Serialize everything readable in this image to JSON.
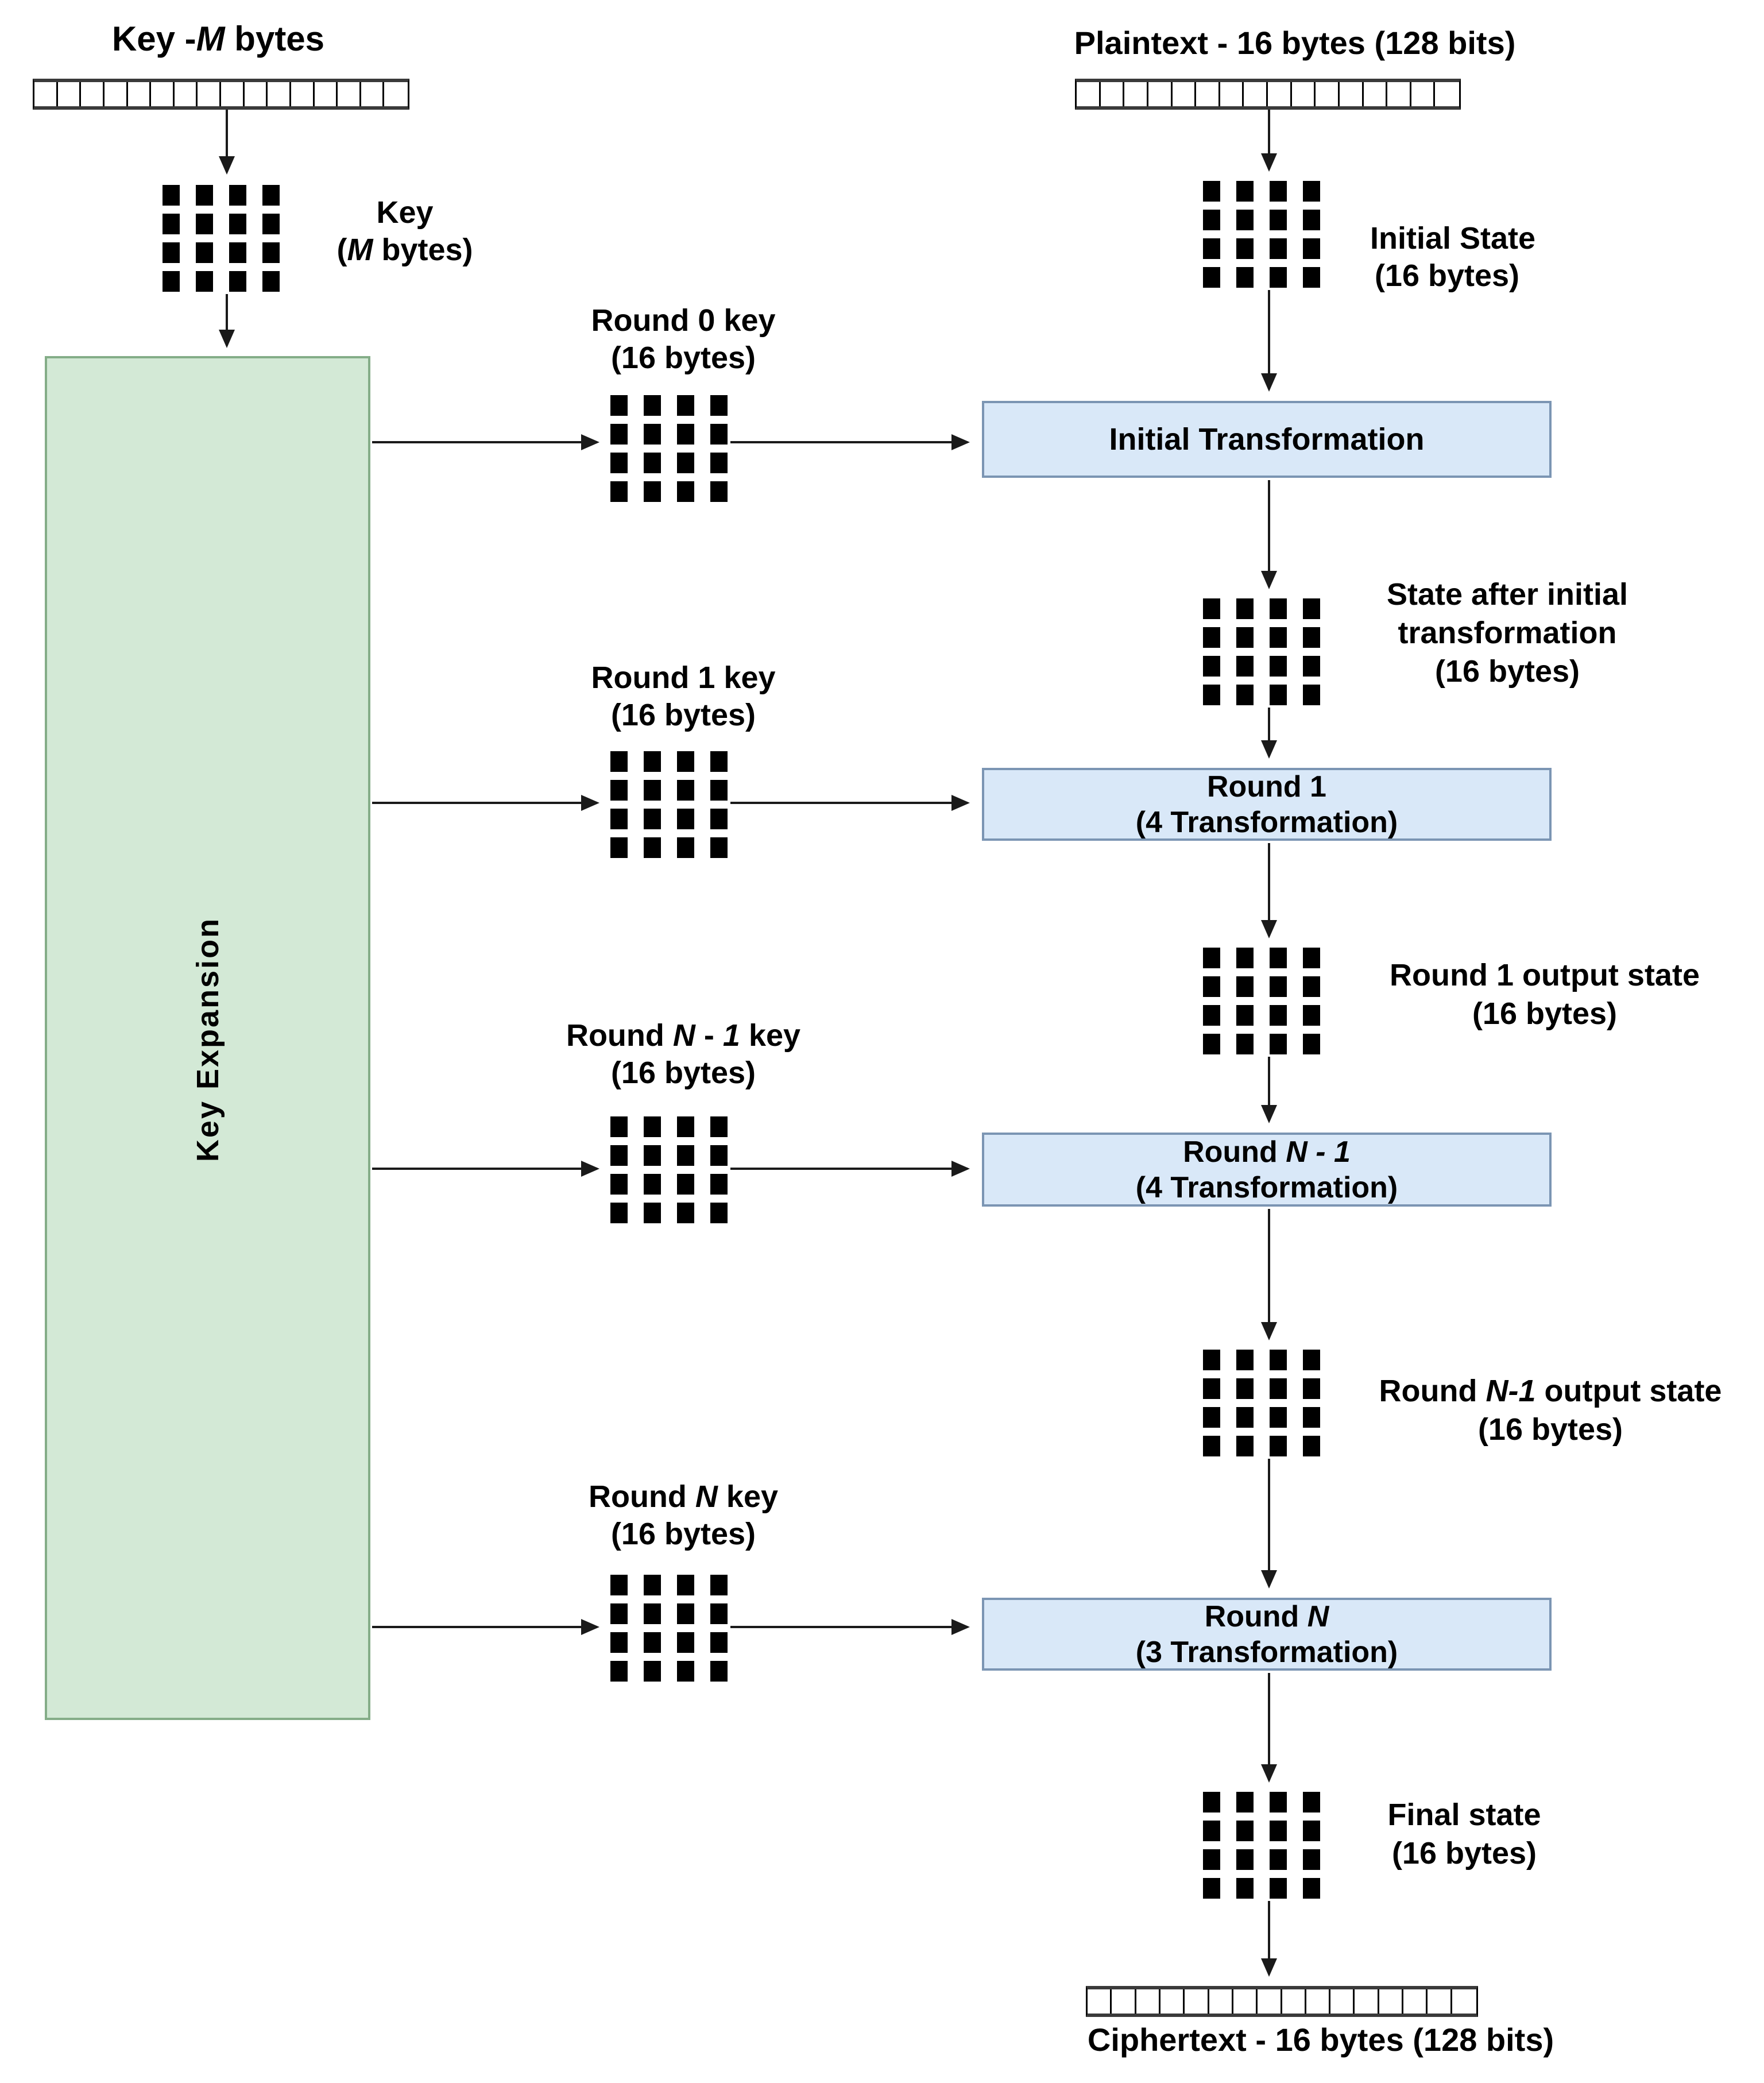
{
  "colors": {
    "box_blue_fill": "#d9e8f8",
    "box_blue_border": "#7b95b3",
    "box_green_fill": "#d3e9d6",
    "box_green_border": "#84ad88",
    "arrow_color": "#1a1a1a",
    "text_color": "#000000"
  },
  "byte_strip": {
    "cells": 16
  },
  "state_grid": {
    "rows": 4,
    "cols": 4
  },
  "labels": {
    "key_title": [
      {
        "t": "Key -"
      },
      {
        "t": "M",
        "i": 1
      },
      {
        "t": " bytes"
      }
    ],
    "plaintext_title": [
      {
        "t": "Plaintext - 16 bytes (128 bits)"
      }
    ],
    "key_state_l1": [
      {
        "t": "Key"
      }
    ],
    "key_state_l2": [
      {
        "t": "("
      },
      {
        "t": "M",
        "i": 1
      },
      {
        "t": " bytes)"
      }
    ],
    "key_expansion": [
      {
        "t": "Key Expansion"
      }
    ],
    "round0_key_l1": [
      {
        "t": "Round 0 key"
      }
    ],
    "round0_key_l2": [
      {
        "t": "(16 bytes)"
      }
    ],
    "round1_key_l1": [
      {
        "t": "Round 1 key"
      }
    ],
    "round1_key_l2": [
      {
        "t": "(16 bytes)"
      }
    ],
    "roundn1_key_l1": [
      {
        "t": "Round "
      },
      {
        "t": "N",
        "i": 1
      },
      {
        "t": " - "
      },
      {
        "t": "1",
        "i": 1
      },
      {
        "t": " key"
      }
    ],
    "roundn1_key_l2": [
      {
        "t": "(16 bytes)"
      }
    ],
    "roundn_key_l1": [
      {
        "t": "Round "
      },
      {
        "t": "N",
        "i": 1
      },
      {
        "t": " key"
      }
    ],
    "roundn_key_l2": [
      {
        "t": "(16 bytes)"
      }
    ],
    "box_initial": [
      {
        "t": "Initial Transformation"
      }
    ],
    "box_round1_l1": [
      {
        "t": "Round 1"
      }
    ],
    "box_round1_l2": [
      {
        "t": "(4 Transformation)"
      }
    ],
    "box_roundn1_l1": [
      {
        "t": "Round "
      },
      {
        "t": "N - 1",
        "i": 1
      }
    ],
    "box_roundn1_l2": [
      {
        "t": "(4 Transformation)"
      }
    ],
    "box_roundn_l1": [
      {
        "t": "Round "
      },
      {
        "t": "N",
        "i": 1
      }
    ],
    "box_roundn_l2": [
      {
        "t": "(3 Transformation)"
      }
    ],
    "initial_state_l1": [
      {
        "t": "Initial State"
      }
    ],
    "initial_state_l2": [
      {
        "t": "(16 bytes)"
      }
    ],
    "state_after_l1": [
      {
        "t": "State after initial"
      }
    ],
    "state_after_l2": [
      {
        "t": "transformation"
      }
    ],
    "state_after_l3": [
      {
        "t": "(16 bytes)"
      }
    ],
    "round1_out_l1": [
      {
        "t": "Round 1 output state"
      }
    ],
    "round1_out_l2": [
      {
        "t": "(16 bytes)"
      }
    ],
    "roundn1_out_l1": [
      {
        "t": "Round "
      },
      {
        "t": "N-1",
        "i": 1
      },
      {
        "t": " output state"
      }
    ],
    "roundn1_out_l2": [
      {
        "t": "(16 bytes)"
      }
    ],
    "final_state_l1": [
      {
        "t": "Final state"
      }
    ],
    "final_state_l2": [
      {
        "t": "(16 bytes)"
      }
    ],
    "ciphertext_title": [
      {
        "t": "Ciphertext - 16 bytes (128 bits)"
      }
    ]
  }
}
